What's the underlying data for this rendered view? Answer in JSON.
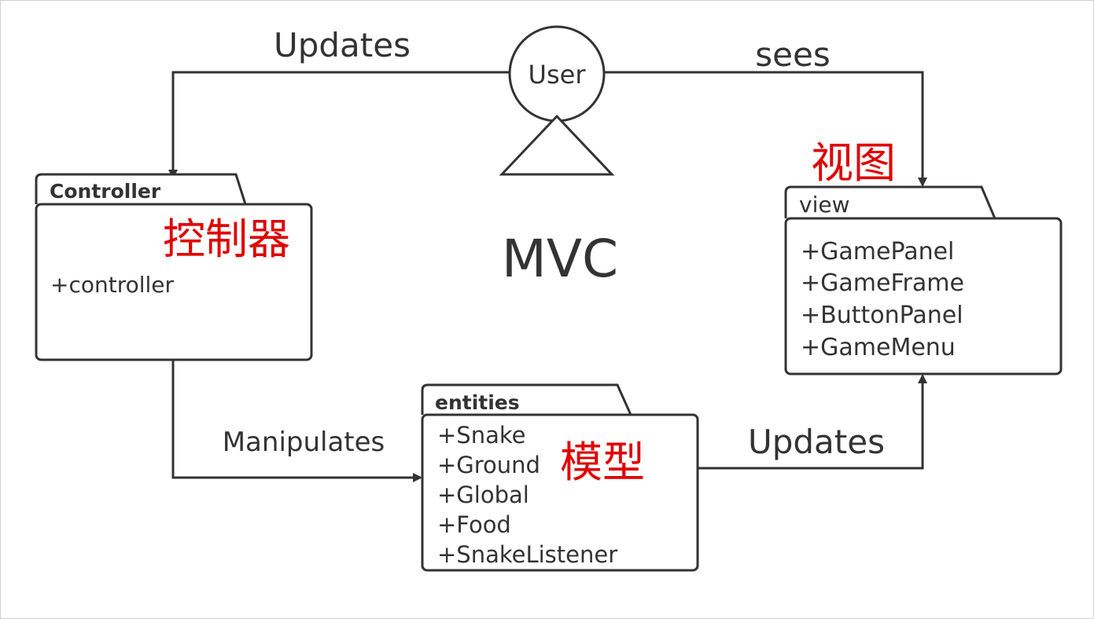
{
  "diagram": {
    "title": "MVC",
    "colors": {
      "stroke": "#333333",
      "text": "#333333",
      "annotation": "#e00000"
    },
    "user": {
      "label": "User"
    },
    "edges": {
      "user_to_controller": "Updates",
      "user_to_view": "sees",
      "controller_to_entities": "Manipulates",
      "entities_to_view": "Updates"
    },
    "controller": {
      "tab": "Controller",
      "annotation": "控制器",
      "items": [
        "+controller"
      ]
    },
    "view": {
      "tab": "view",
      "annotation": "视图",
      "items": [
        "+GamePanel",
        "+GameFrame",
        "+ButtonPanel",
        "+GameMenu"
      ]
    },
    "entities": {
      "tab": "entities",
      "annotation": "模型",
      "items": [
        "+Snake",
        "+Ground",
        "+Global",
        "+Food",
        "+SnakeListener"
      ]
    }
  }
}
